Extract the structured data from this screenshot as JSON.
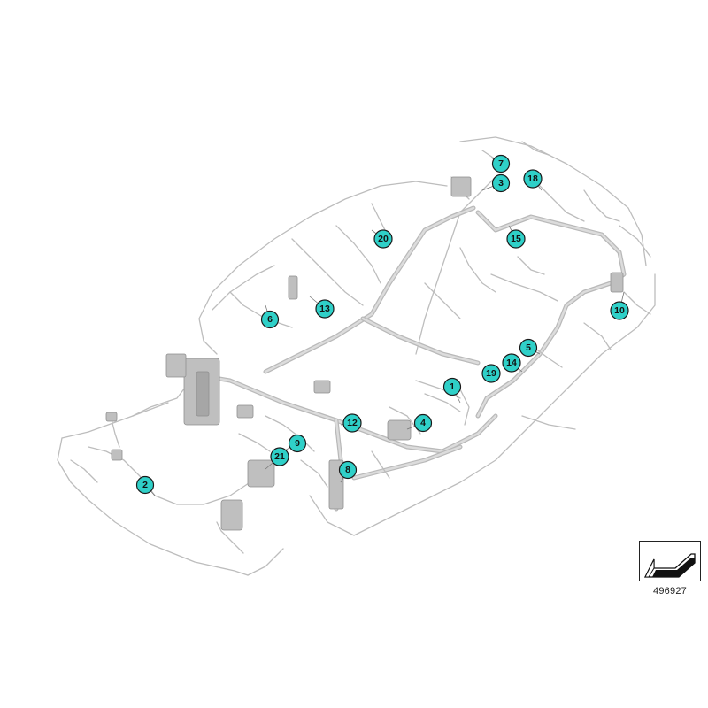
{
  "figure": {
    "reference_number": "496927",
    "callout_color": "#2fd0c8",
    "line_color": "#bdbdbd"
  },
  "callouts": [
    {
      "label": "1"
    },
    {
      "label": "2"
    },
    {
      "label": "3"
    },
    {
      "label": "4"
    },
    {
      "label": "5"
    },
    {
      "label": "6"
    },
    {
      "label": "7"
    },
    {
      "label": "8"
    },
    {
      "label": "9"
    },
    {
      "label": "10"
    },
    {
      "label": "12"
    },
    {
      "label": "13"
    },
    {
      "label": "14"
    },
    {
      "label": "15"
    },
    {
      "label": "18"
    },
    {
      "label": "19"
    },
    {
      "label": "20"
    },
    {
      "label": "21"
    }
  ]
}
